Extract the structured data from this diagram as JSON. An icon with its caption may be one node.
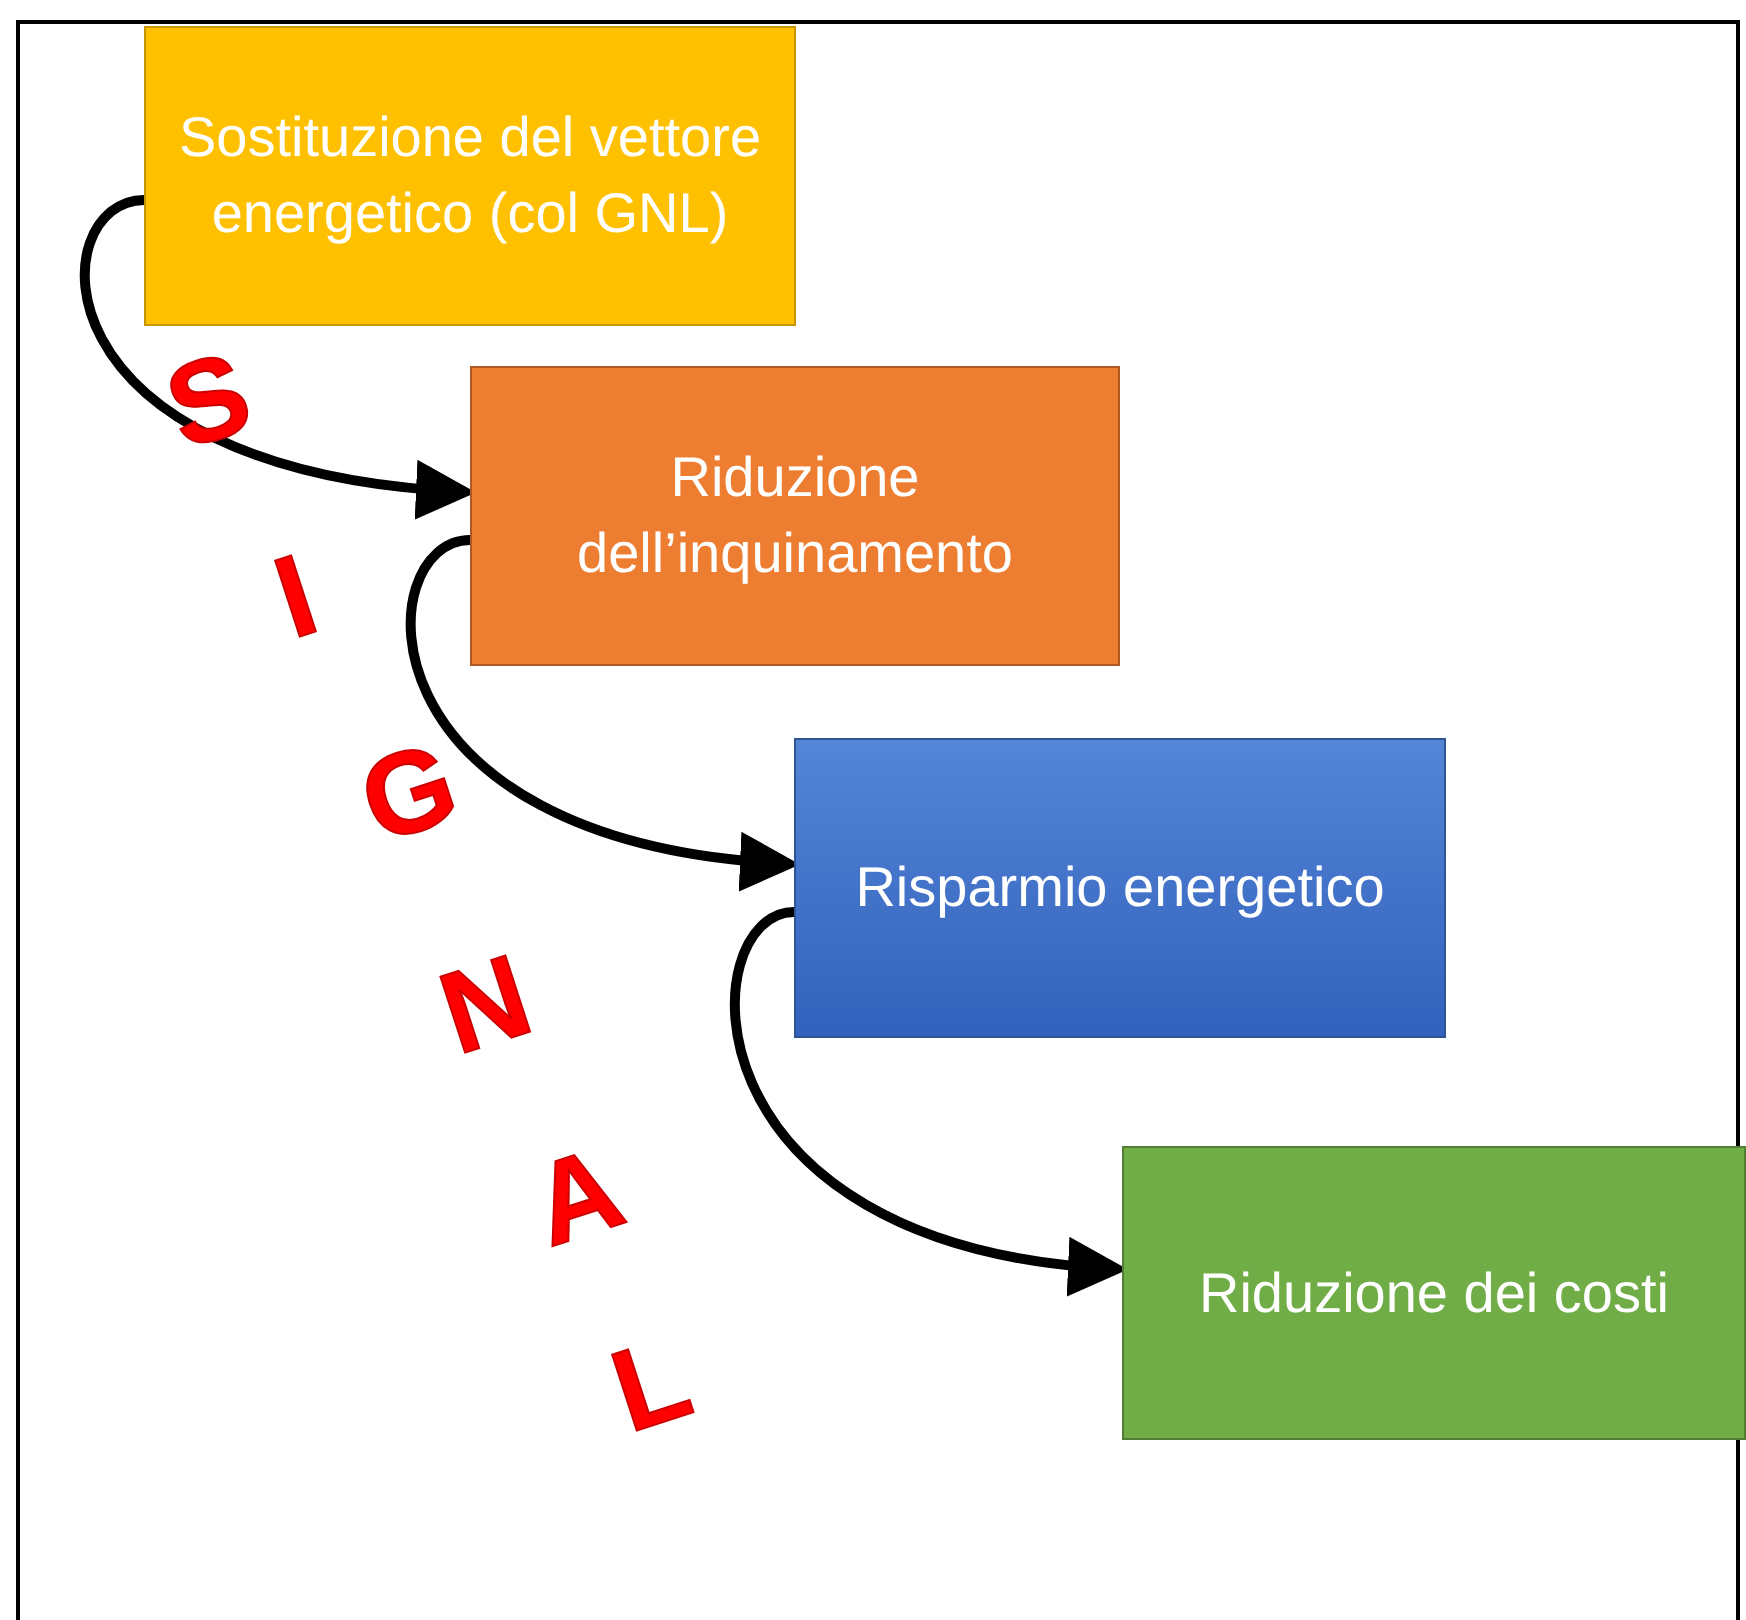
{
  "diagram": {
    "nodes": [
      {
        "text": [
          "Sostituzione del vettore energetico (col GNL)"
        ]
      },
      {
        "text": [
          "Riduzione dell’inquinamento"
        ]
      },
      {
        "text": [
          "Risparmio energetico"
        ]
      },
      {
        "text": [
          "Riduzione dei costi"
        ]
      }
    ],
    "edges": [
      {
        "from": 0,
        "to": 1,
        "arrow": "to"
      },
      {
        "from": 1,
        "to": 2,
        "arrow": "to"
      },
      {
        "from": 2,
        "to": 3,
        "arrow": "to"
      }
    ],
    "labels": [
      "S",
      "I",
      "G",
      "N",
      "A",
      "L"
    ]
  }
}
